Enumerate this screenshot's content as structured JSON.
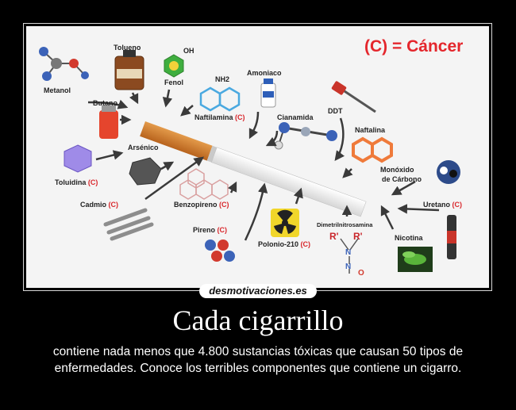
{
  "poster": {
    "legend": {
      "prefix": "(C)",
      "equals": "=",
      "word": "Cáncer"
    },
    "labels": {
      "metanol": "Metanol",
      "tolueno": "Tolueno",
      "fenol": "Fenol",
      "oh": "OH",
      "butano": "Butano",
      "nh2": "NH2",
      "amoniaco": "Amoniaco",
      "naftilamina": "Naftilamina",
      "cianamida": "Cianamida",
      "ddt": "DDT",
      "naftalina": "Naftalina",
      "arsenico": "Arsénico",
      "toluidina": "Toluidina",
      "monoxido_1": "Monóxido",
      "monoxido_2": "de Cárbono",
      "cadmio": "Cadmio",
      "benzopireno": "Benzopireno",
      "uretano": "Uretano",
      "dimetrilnitrosamina": "Dimetrilnitrosamina",
      "pireno": "Pireno",
      "polonio": "Polonio-210",
      "nicotina": "Nicotina",
      "cancer_mark": "(C)",
      "r_prime": "R'",
      "n": "N",
      "o": "O"
    },
    "watermark": "desmotivaciones.es"
  },
  "caption": {
    "title": "Cada cigarrillo",
    "text": "contiene nada menos que 4.800 sustancias tóxicas que causan 50 tipos de enfermedades. Conoce los terribles componentes que contiene un cigarro."
  },
  "colors": {
    "background": "#000000",
    "panel": "#f4f4f4",
    "accent_red": "#e4262c",
    "text_white": "#ffffff"
  }
}
